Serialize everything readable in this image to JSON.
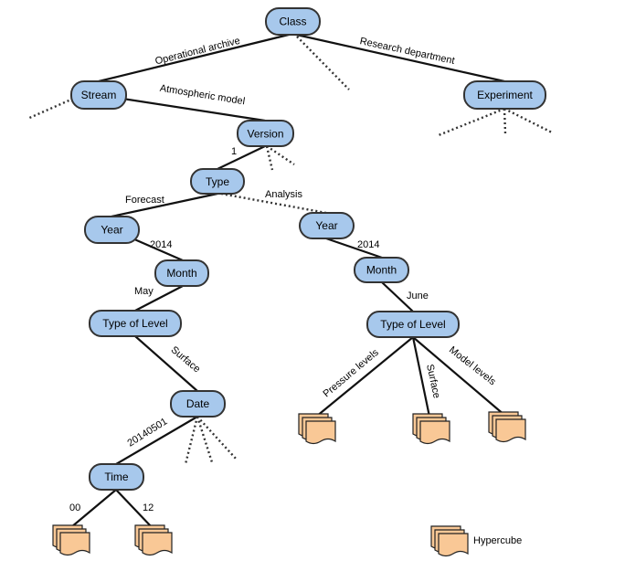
{
  "colors": {
    "node_fill": "#a7c8ec",
    "node_stroke": "#333333",
    "hypercube_fill": "#f9c896",
    "edge": "#111111"
  },
  "nodes": {
    "class": "Class",
    "stream": "Stream",
    "experiment": "Experiment",
    "version": "Version",
    "type": "Type",
    "year_forecast": "Year",
    "year_analysis": "Year",
    "month_forecast": "Month",
    "month_analysis": "Month",
    "level_forecast": "Type of Level",
    "level_analysis": "Type of Level",
    "date": "Date",
    "time": "Time"
  },
  "edges": {
    "operational_archive": "Operational archive",
    "research_department": "Research department",
    "atmospheric_model": "Atmospheric model",
    "version_1": "1",
    "forecast": "Forecast",
    "analysis": "Analysis",
    "year_2014_forecast": "2014",
    "year_2014_analysis": "2014",
    "may": "May",
    "june": "June",
    "surface_forecast": "Surface",
    "date_20140501": "20140501",
    "time_00": "00",
    "time_12": "12",
    "pressure_levels": "Pressure levels",
    "surface_analysis": "Surface",
    "model_levels": "Model levels"
  },
  "legend": {
    "hypercube_icon": "hypercube-icon",
    "hypercube_label": "Hypercube"
  }
}
